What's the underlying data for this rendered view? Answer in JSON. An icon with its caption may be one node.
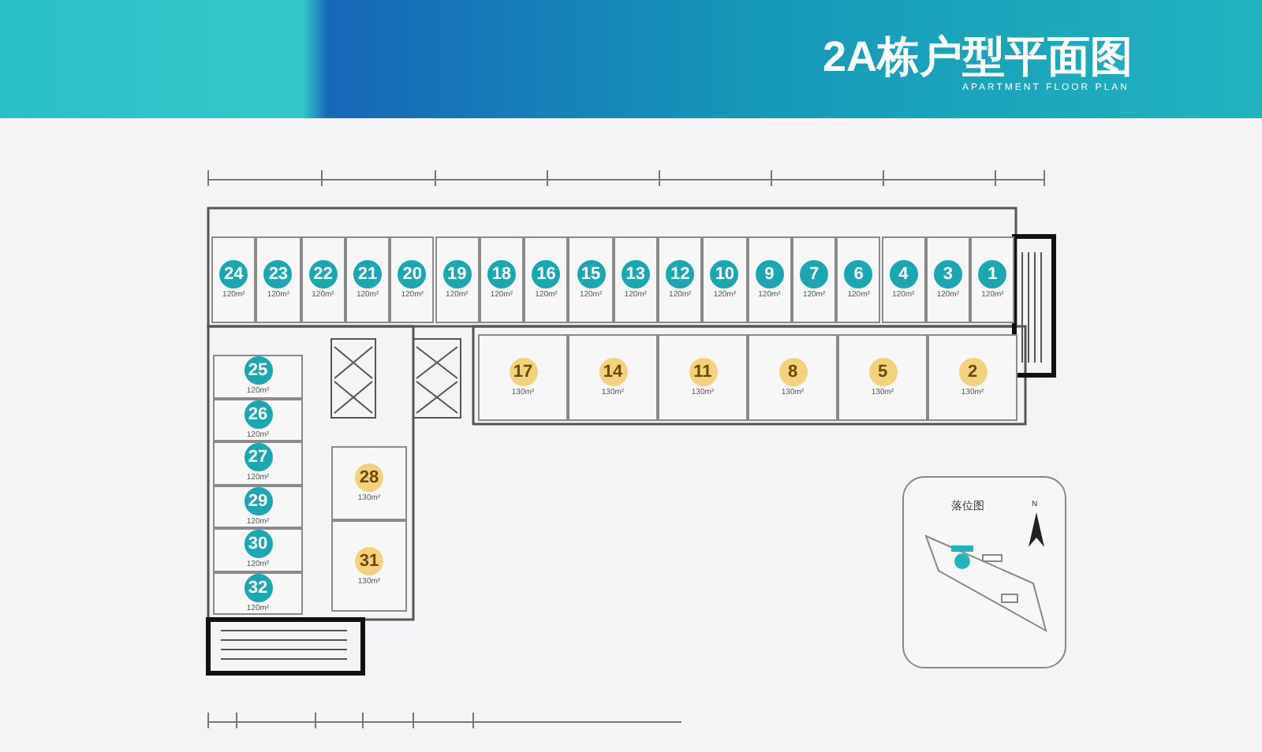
{
  "diagram": {
    "title": "2A栋户型平面图",
    "nodes": [
      {
        "text": [
          "24",
          "120m²"
        ]
      },
      {
        "text": [
          "23",
          "120m²"
        ]
      },
      {
        "text": [
          "22",
          "120m²"
        ]
      },
      {
        "text": [
          "21",
          "120m²"
        ]
      },
      {
        "text": [
          "20",
          "120m²"
        ]
      },
      {
        "text": [
          "19",
          "120m²"
        ]
      },
      {
        "text": [
          "18",
          "120m²"
        ]
      },
      {
        "text": [
          "16",
          "120m²"
        ]
      },
      {
        "text": [
          "15",
          "120m²"
        ]
      },
      {
        "text": [
          "13",
          "120m²"
        ]
      },
      {
        "text": [
          "12",
          "120m²"
        ]
      },
      {
        "text": [
          "10",
          "120m²"
        ]
      },
      {
        "text": [
          "9",
          "120m²"
        ]
      },
      {
        "text": [
          "7",
          "120m²"
        ]
      },
      {
        "text": [
          "6",
          "120m²"
        ]
      },
      {
        "text": [
          "4",
          "120m²"
        ]
      },
      {
        "text": [
          "3",
          "120m²"
        ]
      },
      {
        "text": [
          "1",
          "120m²"
        ]
      },
      {
        "text": [
          "17",
          "130m²"
        ]
      },
      {
        "text": [
          "14",
          "130m²"
        ]
      },
      {
        "text": [
          "11",
          "130m²"
        ]
      },
      {
        "text": [
          "8",
          "130m²"
        ]
      },
      {
        "text": [
          "5",
          "130m²"
        ]
      },
      {
        "text": [
          "2",
          "130m²"
        ]
      },
      {
        "text": [
          "25",
          "120m²"
        ]
      },
      {
        "text": [
          "26",
          "120m²"
        ]
      },
      {
        "text": [
          "27",
          "120m²"
        ]
      },
      {
        "text": [
          "29",
          "120m²"
        ]
      },
      {
        "text": [
          "30",
          "120m²"
        ]
      },
      {
        "text": [
          "32",
          "120m²"
        ]
      },
      {
        "text": [
          "28",
          "130m²"
        ]
      },
      {
        "text": [
          "31",
          "130m²"
        ]
      }
    ],
    "labels": [
      "APARTMENT FLOOR PLAN",
      "落位图",
      "N"
    ]
  }
}
